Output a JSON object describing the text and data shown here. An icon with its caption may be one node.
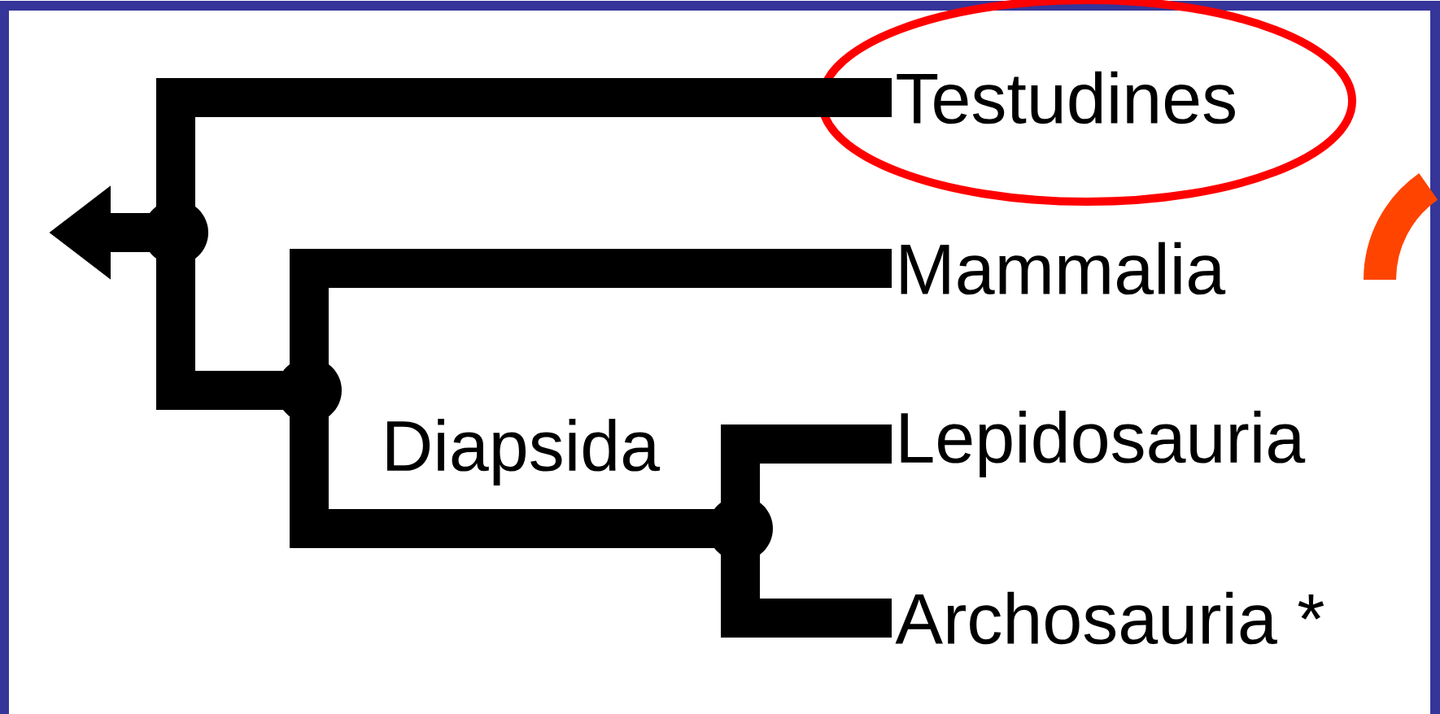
{
  "diagram": {
    "nodes": [
      {
        "text": [
          "Testudines"
        ]
      },
      {
        "text": [
          "Mammalia"
        ]
      },
      {
        "text": [
          "Lepidosauria"
        ]
      },
      {
        "text": [
          "Archosauria *"
        ]
      },
      {
        "text": [],
        "shape": "circle"
      },
      {
        "text": [],
        "shape": "circle"
      },
      {
        "text": [],
        "shape": "circle"
      }
    ],
    "edges": [
      {
        "from": 4,
        "to": null,
        "arrow": "to"
      },
      {
        "from": 4,
        "to": 0,
        "arrow": "none"
      },
      {
        "from": 4,
        "to": 5,
        "arrow": "none"
      },
      {
        "from": 5,
        "to": 1,
        "arrow": "none"
      },
      {
        "from": 5,
        "to": 6,
        "arrow": "none",
        "label": "Diapsida"
      },
      {
        "from": 6,
        "to": 2,
        "arrow": "none"
      },
      {
        "from": 6,
        "to": 3,
        "arrow": "none"
      }
    ]
  }
}
